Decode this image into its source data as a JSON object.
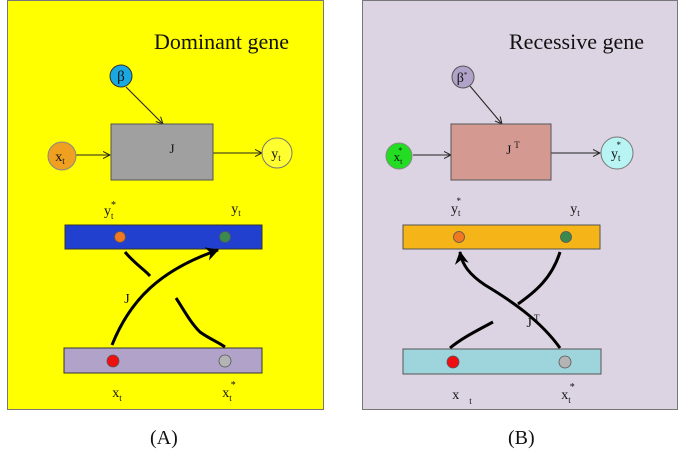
{
  "panel_a": {
    "title": "Dominant gene",
    "caption": "(A)",
    "colors": {
      "background": "#ffff00",
      "box": "#a0a0a0",
      "top_bar": "#2140d0",
      "bottom_bar": "#b0a2c8",
      "beta": "#1aa8e0",
      "input": "#f0a020",
      "output": "#ffff30"
    },
    "beta": "β",
    "input": "x",
    "input_sub": "t",
    "box_label": "J",
    "output": "y",
    "output_sub": "t",
    "top_left_label": "y",
    "top_left_sup": "*",
    "top_left_sub": "t",
    "top_right_label": "y",
    "top_right_sub": "t",
    "cross_label": "J",
    "bottom_left_label": "x",
    "bottom_left_sub": "t",
    "bottom_right_label": "x",
    "bottom_right_sub": "t",
    "bottom_right_sup": "*"
  },
  "panel_b": {
    "title": "Recessive gene",
    "caption": "(B)",
    "colors": {
      "background": "#dcd4e2",
      "box": "#d49a92",
      "top_bar": "#f5b418",
      "bottom_bar": "#9ed4dc",
      "beta": "#b0a2c8",
      "input": "#22dd22",
      "output": "#b8f4f4"
    },
    "beta": "β",
    "beta_sup": "*",
    "input": "x",
    "input_sub": "t",
    "input_sup": "*",
    "box_label": "J",
    "box_sup": "T",
    "output": "y",
    "output_sub": "t",
    "output_sup": "*",
    "top_left_label": "y",
    "top_left_sub": "t",
    "top_left_sup": "*",
    "top_right_label": "y",
    "top_right_sub": "t",
    "cross_label": "J",
    "cross_sup": "T",
    "bottom_left_label": "x",
    "bottom_left_sub": "t",
    "bottom_right_label": "x",
    "bottom_right_sub": "t",
    "bottom_right_sup": "*"
  },
  "dot_colors": {
    "orange": "#f07820",
    "green": "#3a8a50",
    "red": "#ee1010",
    "gray": "#b4b4b4"
  }
}
